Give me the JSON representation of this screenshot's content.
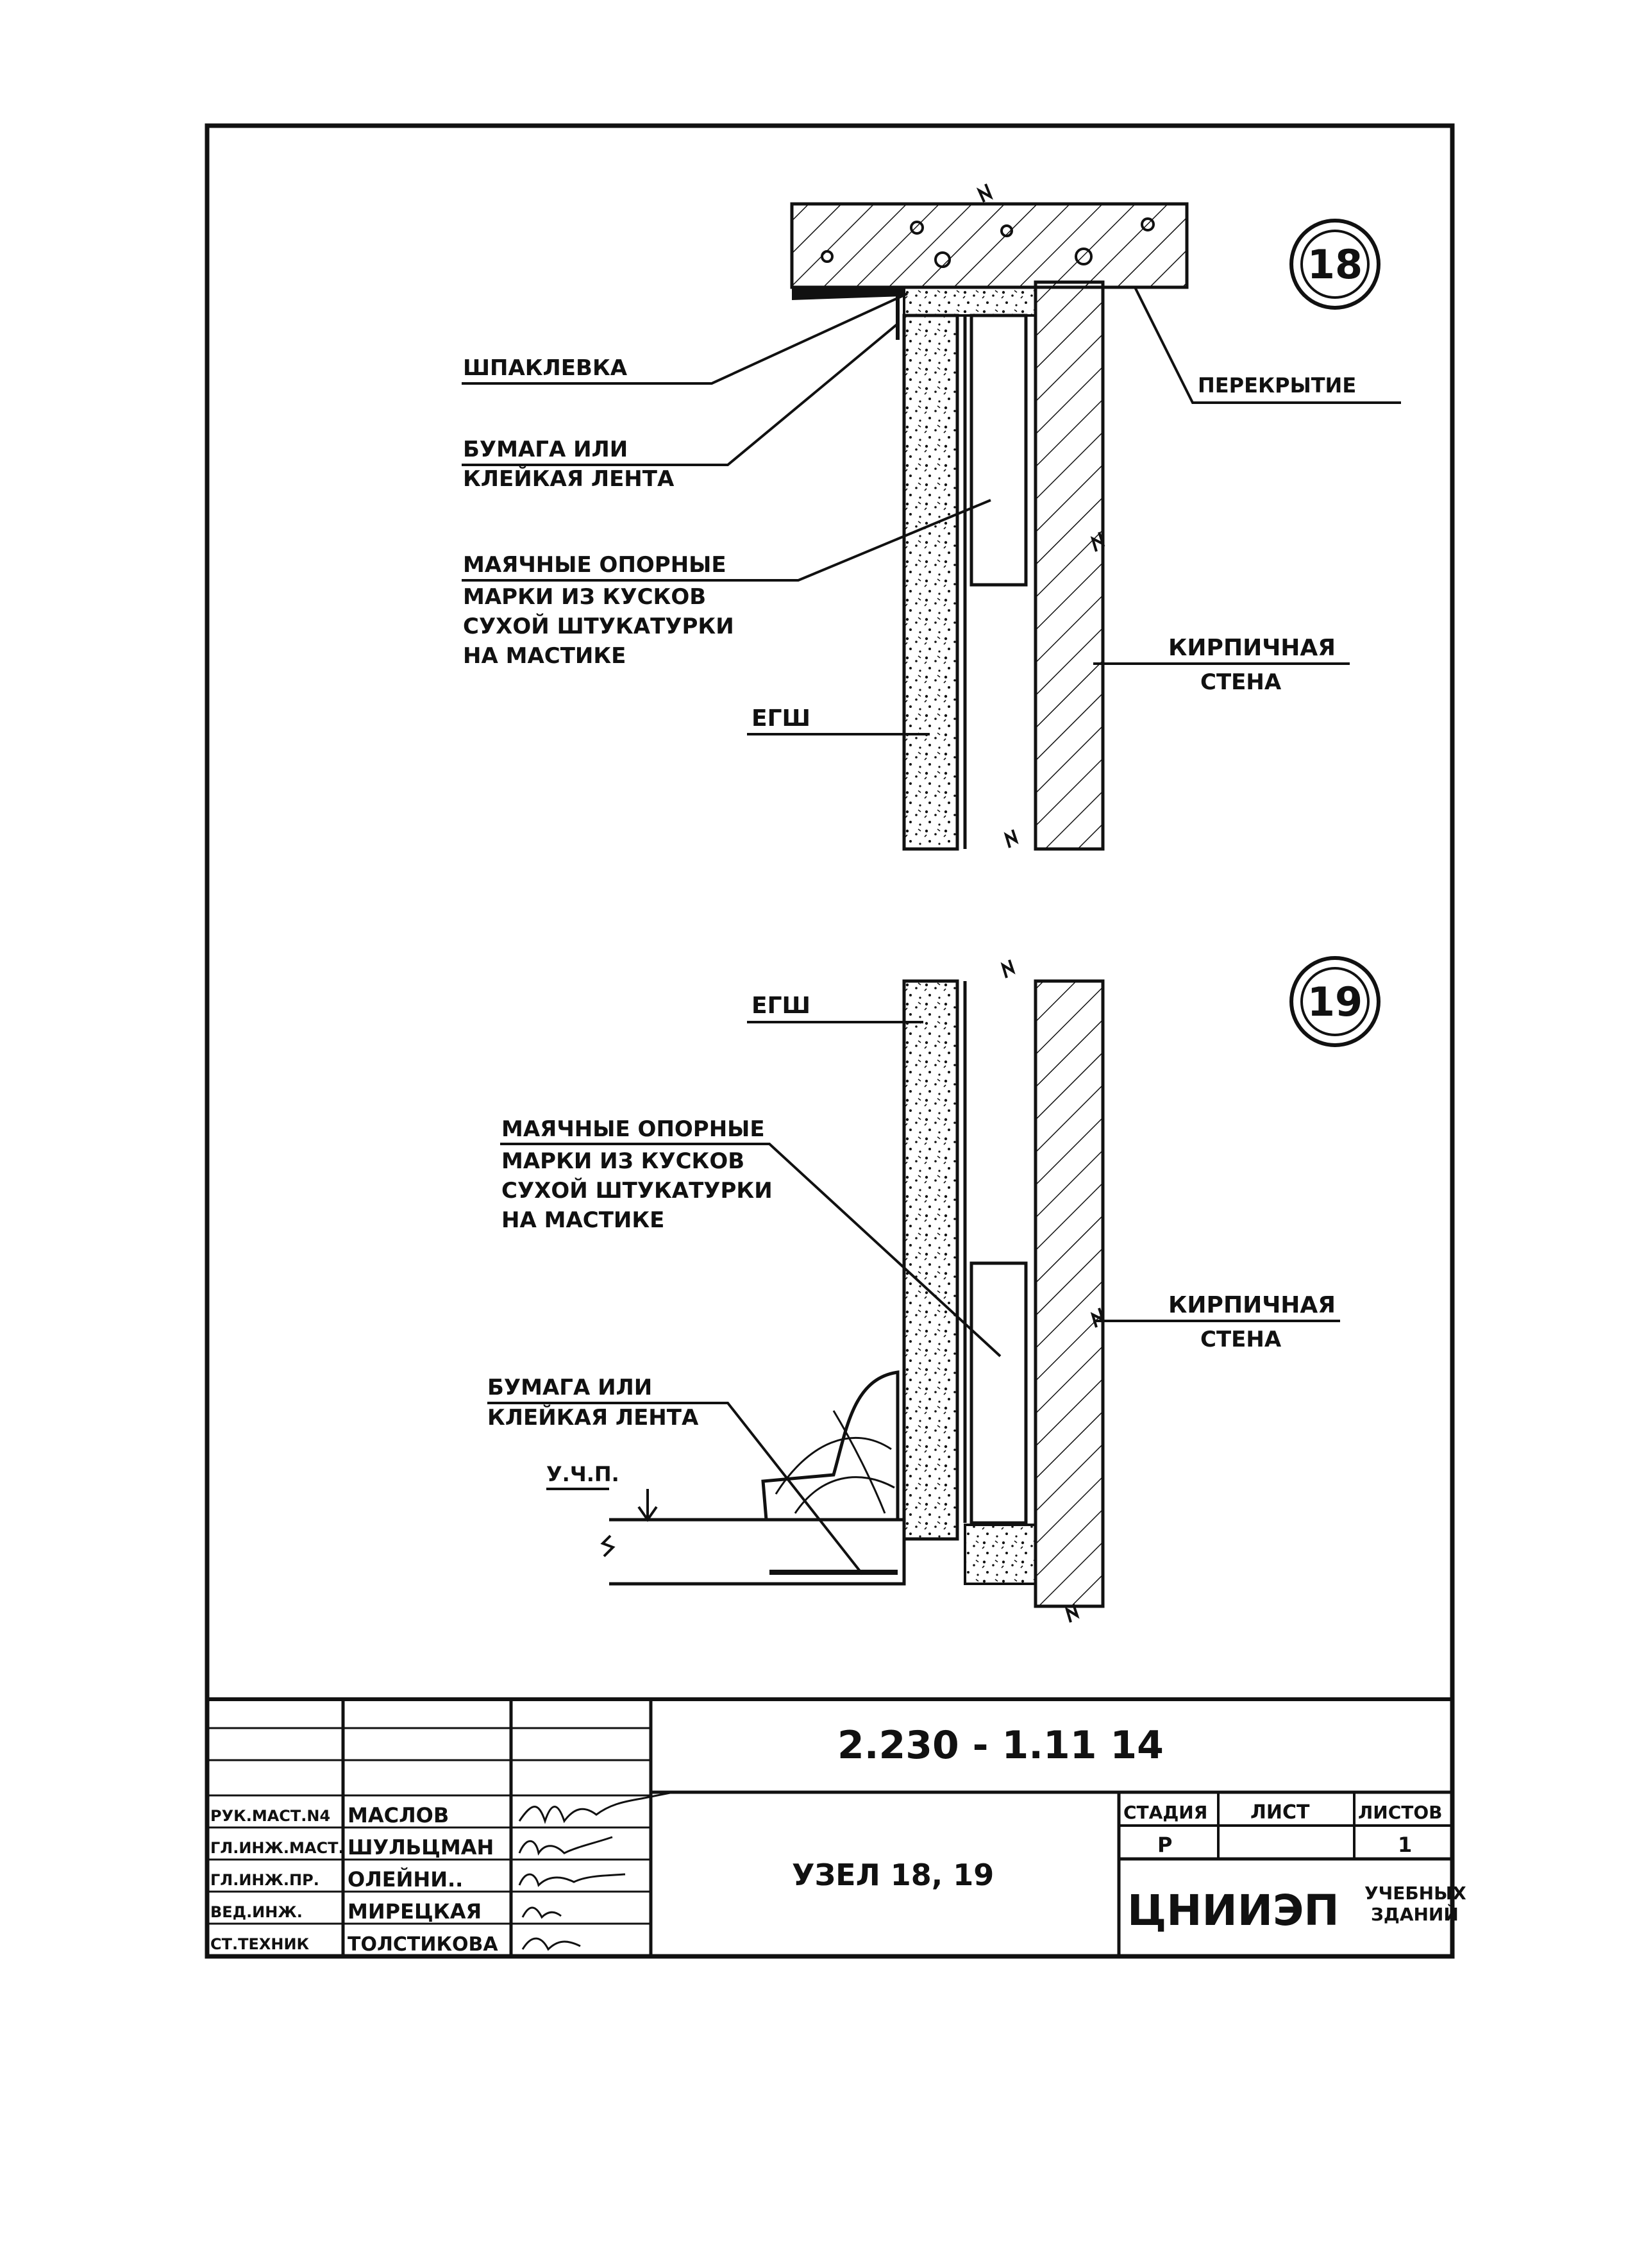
{
  "detail_18": {
    "number": "18",
    "labels": {
      "putty": "ШПАКЛЕВКА",
      "paper_line1": "БУМАГА ИЛИ",
      "paper_line2": "КЛЕЙКАЯ ЛЕНТА",
      "marks_line1": "МАЯЧНЫЕ ОПОРНЫЕ",
      "marks_line2": "МАРКИ ИЗ КУСКОВ",
      "marks_line3": "СУХОЙ ШТУКАТУРКИ",
      "marks_line4": "НА МАСТИКЕ",
      "board": "ЕГШ",
      "slab": "ПЕРЕКРЫТИЕ",
      "brick_line1": "КИРПИЧНАЯ",
      "brick_line2": "СТЕНА"
    }
  },
  "detail_19": {
    "number": "19",
    "labels": {
      "board": "ЕГШ",
      "marks_line1": "МАЯЧНЫЕ ОПОРНЫЕ",
      "marks_line2": "МАРКИ ИЗ КУСКОВ",
      "marks_line3": "СУХОЙ ШТУКАТУРКИ",
      "marks_line4": "НА МАСТИКЕ",
      "brick_line1": "КИРПИЧНАЯ",
      "brick_line2": "СТЕНА",
      "paper_line1": "БУМАГА ИЛИ",
      "paper_line2": "КЛЕЙКАЯ ЛЕНТА",
      "floor_level": "У.Ч.П."
    }
  },
  "title_block": {
    "document_code": "2.230 - 1.11 14",
    "sheet_title": "УЗЕЛ 18, 19",
    "roles": [
      {
        "role": "РУК.МАСТ.N4",
        "name": "МАСЛОВ"
      },
      {
        "role": "ГЛ.ИНЖ.МАСТ.",
        "name": "ШУЛЬЦМАН"
      },
      {
        "role": "ГЛ.ИНЖ.ПР.",
        "name": "ОЛЕЙНИ.."
      },
      {
        "role": "ВЕД.ИНЖ.",
        "name": "МИРЕЦКАЯ"
      },
      {
        "role": "СТ.ТЕХНИК",
        "name": "ТОЛСТИКОВА"
      }
    ],
    "stage_header": "СТАДИЯ",
    "sheet_header": "ЛИСТ",
    "sheets_header": "ЛИСТОВ",
    "stage_value": "Р",
    "sheet_value": "",
    "sheets_value": "1",
    "org_name": "ЦНИИЭП",
    "org_sub_line1": "УЧЕБНЫХ",
    "org_sub_line2": "ЗДАНИЙ"
  }
}
